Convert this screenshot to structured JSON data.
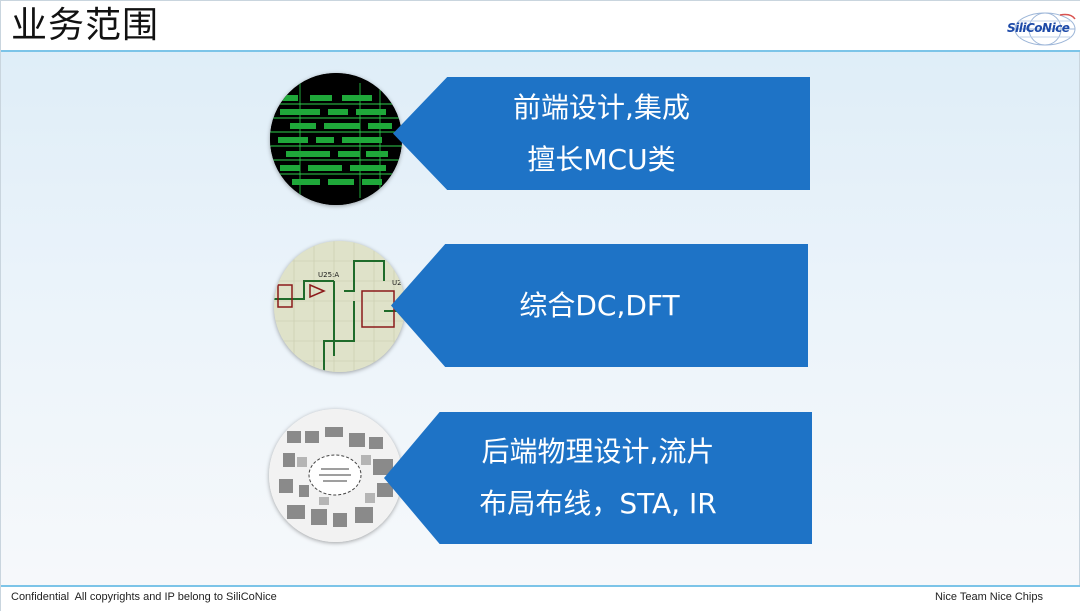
{
  "header": {
    "title": "业务范围",
    "logo_text": "SiliCoNice"
  },
  "services": [
    {
      "lines": [
        "前端设计,集成",
        "擅长MCU类"
      ],
      "image_icon": "waveform-image"
    },
    {
      "lines": [
        "综合DC,DFT"
      ],
      "image_icon": "schematic-image"
    },
    {
      "lines": [
        "后端物理设计,流片",
        "布局布线，STA, IR"
      ],
      "image_icon": "layout-floorplan-image"
    }
  ],
  "footer": {
    "left": "Confidential  All copyrights and IP belong to SiliCoNice",
    "right": "Nice Team Nice Chips"
  },
  "colors": {
    "panel": "#1e73c6",
    "accent_line": "#7cc4e8",
    "logo": "#1d4aa8"
  }
}
